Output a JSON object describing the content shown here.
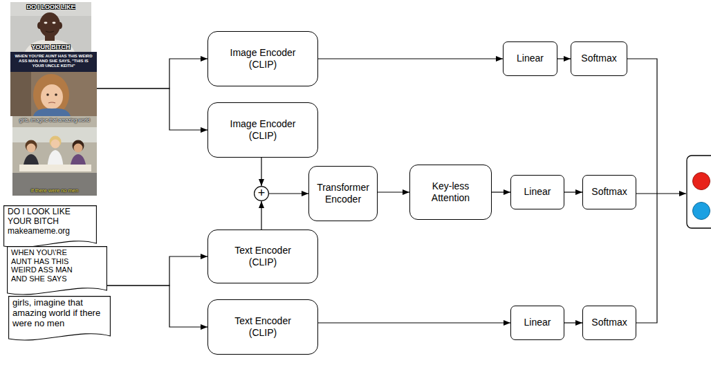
{
  "diagram": {
    "nodes": [
      {
        "text": [
          "DO I LOOK LIKE",
          "YOUR BITCH"
        ]
      },
      {
        "text": [
          "WHEN YOU'RE AUNT HAS THIS WEIRD ASS MAN AND SHE SAYS, \"THIS IS YOUR UNCLE KEITH\""
        ]
      },
      {
        "text": [
          "girls, imagine that amazing world",
          "if there were no men"
        ]
      },
      {
        "text": [
          "DO I LOOK LIKE YOUR BITCH makeameme.org"
        ]
      },
      {
        "text": [
          "WHEN YOU\\'RE AUNT HAS THIS WEIRD ASS MAN AND SHE SAYS"
        ]
      },
      {
        "text": [
          "girls, imagine that amazing world if there were no men"
        ]
      },
      {
        "text": [
          "Image Encoder (CLIP)"
        ]
      },
      {
        "text": [
          "Image Encoder (CLIP)"
        ]
      },
      {
        "text": [
          "Text Encoder (CLIP)"
        ]
      },
      {
        "text": [
          "Text Encoder (CLIP)"
        ]
      },
      {
        "text": [
          "+"
        ]
      },
      {
        "text": [
          "Transformer Encoder"
        ]
      },
      {
        "text": [
          "Key-less Attention"
        ]
      },
      {
        "text": [
          "Linear"
        ]
      },
      {
        "text": [
          "Softmax"
        ]
      },
      {
        "text": [
          "Linear"
        ]
      },
      {
        "text": [
          "Softmax"
        ]
      },
      {
        "text": [
          "Linear"
        ]
      },
      {
        "text": [
          "Softmax"
        ]
      }
    ],
    "edges": [
      {
        "from": 1,
        "to": 6,
        "arrow": "to"
      },
      {
        "from": 1,
        "to": 7,
        "arrow": "to"
      },
      {
        "from": 4,
        "to": 8,
        "arrow": "to"
      },
      {
        "from": 4,
        "to": 9,
        "arrow": "to"
      },
      {
        "from": 7,
        "to": 10,
        "arrow": "to"
      },
      {
        "from": 8,
        "to": 10,
        "arrow": "to"
      },
      {
        "from": 10,
        "to": 11,
        "arrow": "to"
      },
      {
        "from": 11,
        "to": 12,
        "arrow": "to"
      },
      {
        "from": 12,
        "to": 15,
        "arrow": "to"
      },
      {
        "from": 15,
        "to": 16,
        "arrow": "to"
      },
      {
        "from": 6,
        "to": 13,
        "arrow": "to"
      },
      {
        "from": 13,
        "to": 14,
        "arrow": "to"
      },
      {
        "from": 9,
        "to": 17,
        "arrow": "to"
      },
      {
        "from": 17,
        "to": 18,
        "arrow": "to"
      }
    ]
  }
}
